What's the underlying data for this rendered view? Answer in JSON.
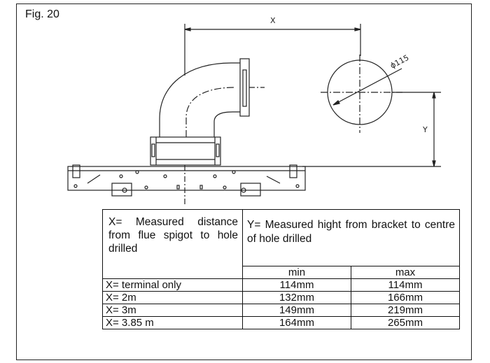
{
  "figure": {
    "label": "Fig. 20",
    "dim_x": "X",
    "dim_y": "Y",
    "diameter": "ϕ115"
  },
  "table": {
    "header_x": "X= Measured distance from flue spigot to hole drilled",
    "header_y": "Y= Measured hight from bracket to centre of hole drilled",
    "col_min": "min",
    "col_max": "max",
    "rows": [
      {
        "x": "X= terminal only",
        "min": "114mm",
        "max": "114mm"
      },
      {
        "x": "X= 2m",
        "min": "132mm",
        "max": "166mm"
      },
      {
        "x": "X= 3m",
        "min": "149mm",
        "max": "219mm"
      },
      {
        "x": "X= 3.85 m",
        "min": "164mm",
        "max": "265mm"
      }
    ]
  }
}
